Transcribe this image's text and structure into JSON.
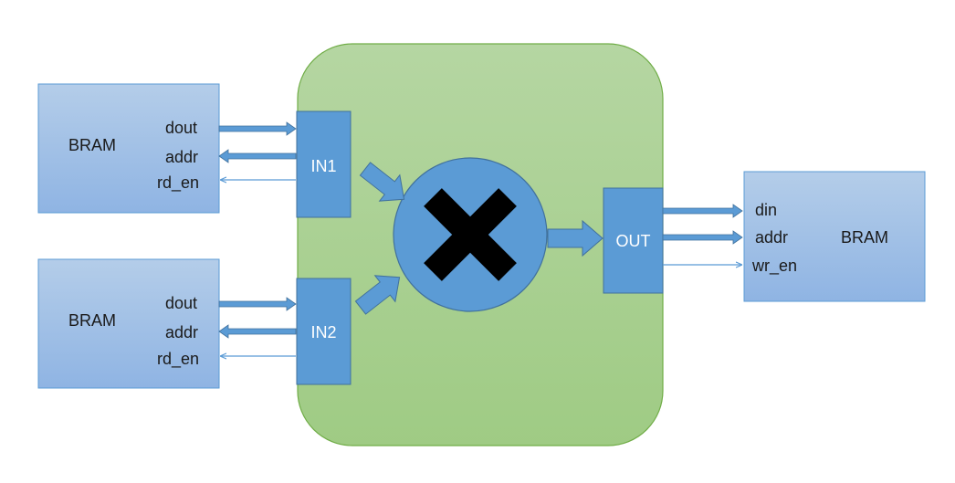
{
  "colors": {
    "container_fill": "#a9d18e",
    "container_stroke": "#70ad47",
    "bram_fill_top": "#b4cde9",
    "bram_fill_bottom": "#8fb4e3",
    "bram_stroke": "#5b9bd5",
    "block_fill": "#5b9bd5",
    "block_stroke": "#41719c",
    "arrow_fill": "#5b9bd5",
    "arrow_stroke": "#41719c",
    "multiply_symbol": "#000000"
  },
  "multiplier": {
    "icon": "multiply-x-icon"
  },
  "bram_in1": {
    "title": "BRAM",
    "ports": [
      "dout",
      "addr",
      "rd_en"
    ]
  },
  "bram_in2": {
    "title": "BRAM",
    "ports": [
      "dout",
      "addr",
      "rd_en"
    ]
  },
  "bram_out": {
    "title": "BRAM",
    "ports": [
      "din",
      "addr",
      "wr_en"
    ]
  },
  "in1": {
    "label": "IN1"
  },
  "in2": {
    "label": "IN2"
  },
  "out": {
    "label": "OUT"
  }
}
